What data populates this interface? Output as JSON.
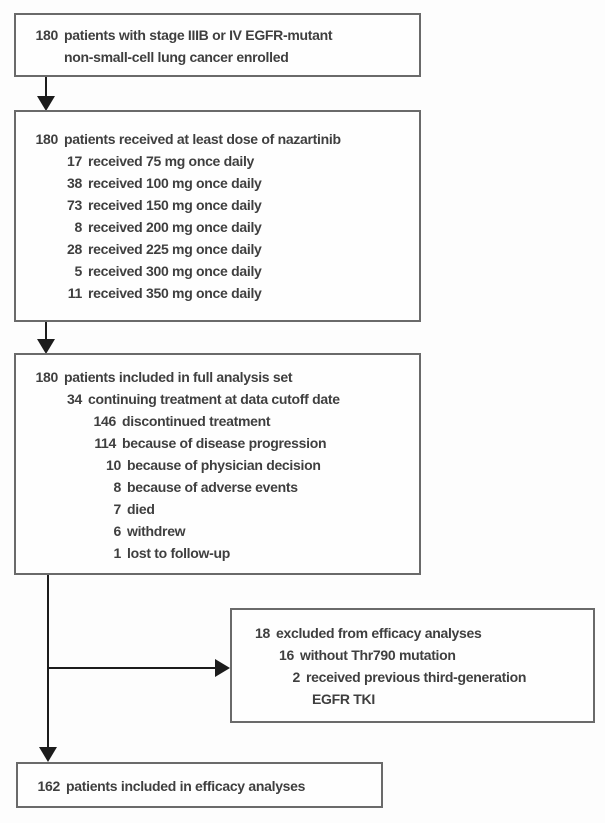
{
  "figure": {
    "type": "patient-flow-diagram",
    "colors": {
      "background": "#fdfdfd",
      "box_border": "#6a6a6a",
      "arrow": "#1c1c1c",
      "text": "#3f3f3f"
    },
    "boxes": {
      "enrolled": {
        "lines": [
          {
            "num": "180",
            "text": "patients with stage IIIB or IV EGFR-mutant",
            "lvl": "0"
          },
          {
            "num": "",
            "text": "non-small-cell lung cancer enrolled",
            "lvl": "c0"
          }
        ]
      },
      "treatment": {
        "lines": [
          {
            "num": "180",
            "text": "patients received at least dose of nazartinib",
            "lvl": "0"
          },
          {
            "num": "17",
            "text": "received 75 mg once daily",
            "lvl": "1"
          },
          {
            "num": "38",
            "text": "received 100 mg once daily",
            "lvl": "1"
          },
          {
            "num": "73",
            "text": "received 150 mg once daily",
            "lvl": "1"
          },
          {
            "num": "8",
            "text": "received 200 mg once daily",
            "lvl": "1"
          },
          {
            "num": "28",
            "text": "received 225 mg once daily",
            "lvl": "1"
          },
          {
            "num": "5",
            "text": "received 300 mg once daily",
            "lvl": "1"
          },
          {
            "num": "11",
            "text": "received 350 mg once daily",
            "lvl": "1"
          }
        ]
      },
      "full_analysis": {
        "lines": [
          {
            "num": "180",
            "text": "patients included in full analysis set",
            "lvl": "0"
          },
          {
            "num": "34",
            "text": "continuing treatment at data cutoff date",
            "lvl": "1"
          },
          {
            "num": "146",
            "text": "discontinued treatment",
            "lvl": "2"
          },
          {
            "num": "114",
            "text": "because of disease progression",
            "lvl": "2"
          },
          {
            "num": "10",
            "text": "because of physician decision",
            "lvl": "3"
          },
          {
            "num": "8",
            "text": "because of adverse events",
            "lvl": "3"
          },
          {
            "num": "7",
            "text": "died",
            "lvl": "3"
          },
          {
            "num": "6",
            "text": "withdrew",
            "lvl": "3"
          },
          {
            "num": "1",
            "text": "lost to follow-up",
            "lvl": "3"
          }
        ]
      },
      "excluded": {
        "lines": [
          {
            "num": "18",
            "text": "excluded from efficacy analyses",
            "lvl": "0"
          },
          {
            "num": "16",
            "text": "without Thr790 mutation",
            "lvl": "1"
          },
          {
            "num": "2",
            "text": "received previous third-generation",
            "lvl": "2"
          },
          {
            "num": "",
            "text": "EGFR TKI",
            "lvl": "c2"
          }
        ]
      },
      "efficacy": {
        "lines": [
          {
            "num": "162",
            "text": "patients included in efficacy analyses",
            "lvl": "0"
          }
        ]
      }
    }
  }
}
